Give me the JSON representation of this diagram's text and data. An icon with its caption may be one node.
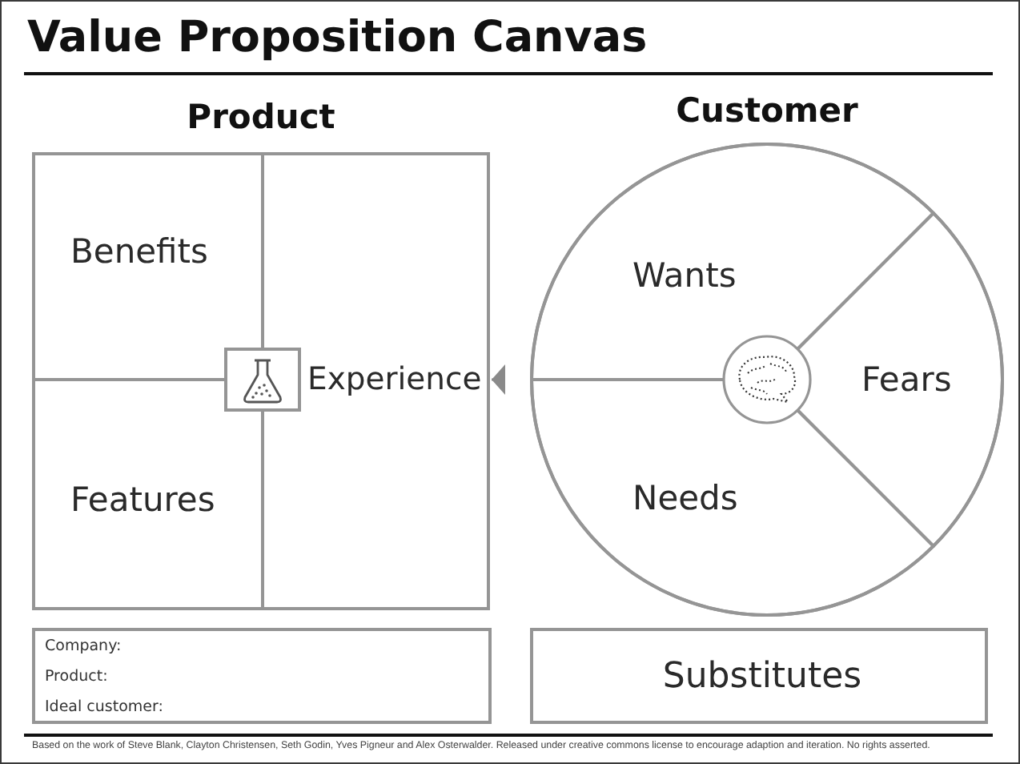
{
  "diagram": {
    "title": "Value Proposition Canvas",
    "nodes": [
      {
        "text": [
          "Product"
        ]
      },
      {
        "text": [
          "Benefits"
        ],
        "in": 0
      },
      {
        "text": [
          "Experience"
        ],
        "in": 0
      },
      {
        "text": [
          "Features"
        ],
        "in": 0
      },
      {
        "text": [
          "Customer"
        ]
      },
      {
        "text": [
          "Wants"
        ],
        "in": 4
      },
      {
        "text": [
          "Fears"
        ],
        "in": 4
      },
      {
        "text": [
          "Needs"
        ],
        "in": 4
      },
      {
        "text": [
          "Company:",
          "Product:",
          "Ideal customer:"
        ]
      },
      {
        "text": [
          "Substitutes"
        ]
      }
    ],
    "edges": [
      {
        "from": 4,
        "to": 0,
        "arrow": "to"
      }
    ],
    "labels": [
      "Based on the work of Steve Blank, Clayton Christensen, Seth Godin, Yves Pigneur and Alex Osterwalder. Released under creative commons license to encourage adaption and iteration. No rights asserted."
    ]
  }
}
